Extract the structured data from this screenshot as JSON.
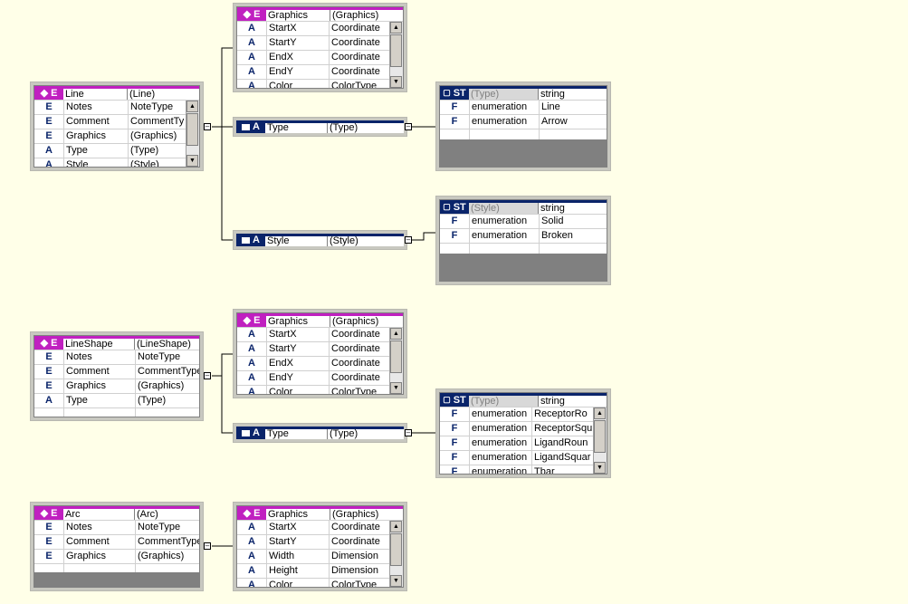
{
  "line_entity": {
    "name": "Line",
    "type": "(Line)",
    "rows": [
      {
        "kind": "E",
        "name": "Notes",
        "type": "NoteType"
      },
      {
        "kind": "E",
        "name": "Comment",
        "type": "CommentTy"
      },
      {
        "kind": "E",
        "name": "Graphics",
        "type": "(Graphics)"
      },
      {
        "kind": "A",
        "name": "Type",
        "type": "(Type)"
      },
      {
        "kind": "A",
        "name": "Style",
        "type": "(Style)"
      }
    ]
  },
  "graphics1": {
    "name": "Graphics",
    "type": "(Graphics)",
    "rows": [
      {
        "kind": "A",
        "name": "StartX",
        "type": "Coordinate"
      },
      {
        "kind": "A",
        "name": "StartY",
        "type": "Coordinate"
      },
      {
        "kind": "A",
        "name": "EndX",
        "type": "Coordinate"
      },
      {
        "kind": "A",
        "name": "EndY",
        "type": "Coordinate"
      },
      {
        "kind": "A",
        "name": "Color",
        "type": "ColorType"
      }
    ]
  },
  "type_attr1": {
    "kind": "A",
    "name": "Type",
    "type": "(Type)"
  },
  "style_attr": {
    "kind": "A",
    "name": "Style",
    "type": "(Style)"
  },
  "type_simple1": {
    "name": "(Type)",
    "type": "string",
    "rows": [
      {
        "kind": "F",
        "name": "enumeration",
        "type": "Line"
      },
      {
        "kind": "F",
        "name": "enumeration",
        "type": "Arrow"
      }
    ]
  },
  "style_simple": {
    "name": "(Style)",
    "type": "string",
    "rows": [
      {
        "kind": "F",
        "name": "enumeration",
        "type": "Solid"
      },
      {
        "kind": "F",
        "name": "enumeration",
        "type": "Broken"
      }
    ]
  },
  "lineshape_entity": {
    "name": "LineShape",
    "type": "(LineShape)",
    "rows": [
      {
        "kind": "E",
        "name": "Notes",
        "type": "NoteType"
      },
      {
        "kind": "E",
        "name": "Comment",
        "type": "CommentType"
      },
      {
        "kind": "E",
        "name": "Graphics",
        "type": "(Graphics)"
      },
      {
        "kind": "A",
        "name": "Type",
        "type": "(Type)"
      }
    ]
  },
  "graphics2": {
    "name": "Graphics",
    "type": "(Graphics)",
    "rows": [
      {
        "kind": "A",
        "name": "StartX",
        "type": "Coordinate"
      },
      {
        "kind": "A",
        "name": "StartY",
        "type": "Coordinate"
      },
      {
        "kind": "A",
        "name": "EndX",
        "type": "Coordinate"
      },
      {
        "kind": "A",
        "name": "EndY",
        "type": "Coordinate"
      },
      {
        "kind": "A",
        "name": "Color",
        "type": "ColorType"
      }
    ]
  },
  "type_attr2": {
    "kind": "A",
    "name": "Type",
    "type": "(Type)"
  },
  "type_simple2": {
    "name": "(Type)",
    "type": "string",
    "rows": [
      {
        "kind": "F",
        "name": "enumeration",
        "type": "ReceptorRo"
      },
      {
        "kind": "F",
        "name": "enumeration",
        "type": "ReceptorSqu"
      },
      {
        "kind": "F",
        "name": "enumeration",
        "type": "LigandRoun"
      },
      {
        "kind": "F",
        "name": "enumeration",
        "type": "LigandSquar"
      },
      {
        "kind": "F",
        "name": "enumeration",
        "type": "Tbar"
      }
    ]
  },
  "arc_entity": {
    "name": "Arc",
    "type": "(Arc)",
    "rows": [
      {
        "kind": "E",
        "name": "Notes",
        "type": "NoteType"
      },
      {
        "kind": "E",
        "name": "Comment",
        "type": "CommentType"
      },
      {
        "kind": "E",
        "name": "Graphics",
        "type": "(Graphics)"
      }
    ]
  },
  "graphics3": {
    "name": "Graphics",
    "type": "(Graphics)",
    "rows": [
      {
        "kind": "A",
        "name": "StartX",
        "type": "Coordinate"
      },
      {
        "kind": "A",
        "name": "StartY",
        "type": "Coordinate"
      },
      {
        "kind": "A",
        "name": "Width",
        "type": "Dimension"
      },
      {
        "kind": "A",
        "name": "Height",
        "type": "Dimension"
      },
      {
        "kind": "A",
        "name": "Color",
        "type": "ColorType"
      }
    ]
  },
  "header_icons": {
    "element": "E",
    "attribute": "A",
    "simple_type": "ST",
    "facet": "F"
  },
  "colors": {
    "element_header": "#c020c0",
    "type_header": "#0a246a",
    "background": "#ffffe8"
  }
}
